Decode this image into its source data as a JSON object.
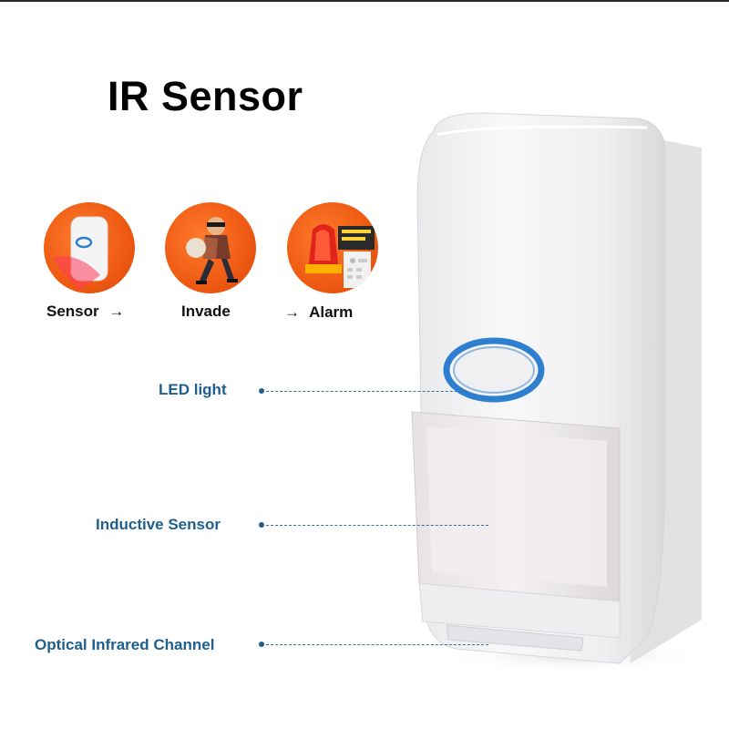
{
  "title": "IR Sensor",
  "steps": [
    {
      "label": "Sensor",
      "arrow_after": "→"
    },
    {
      "label": "Invade"
    },
    {
      "label": "Alarm",
      "arrow_before": "→"
    }
  ],
  "callouts": [
    {
      "label": "LED light"
    },
    {
      "label": "Inductive Sensor"
    },
    {
      "label": "Optical Infrared Channel"
    }
  ],
  "colors": {
    "accent_orange": "#ee5a12",
    "callout_blue": "#1f5f8f",
    "led_blue": "#2f7fd0"
  }
}
